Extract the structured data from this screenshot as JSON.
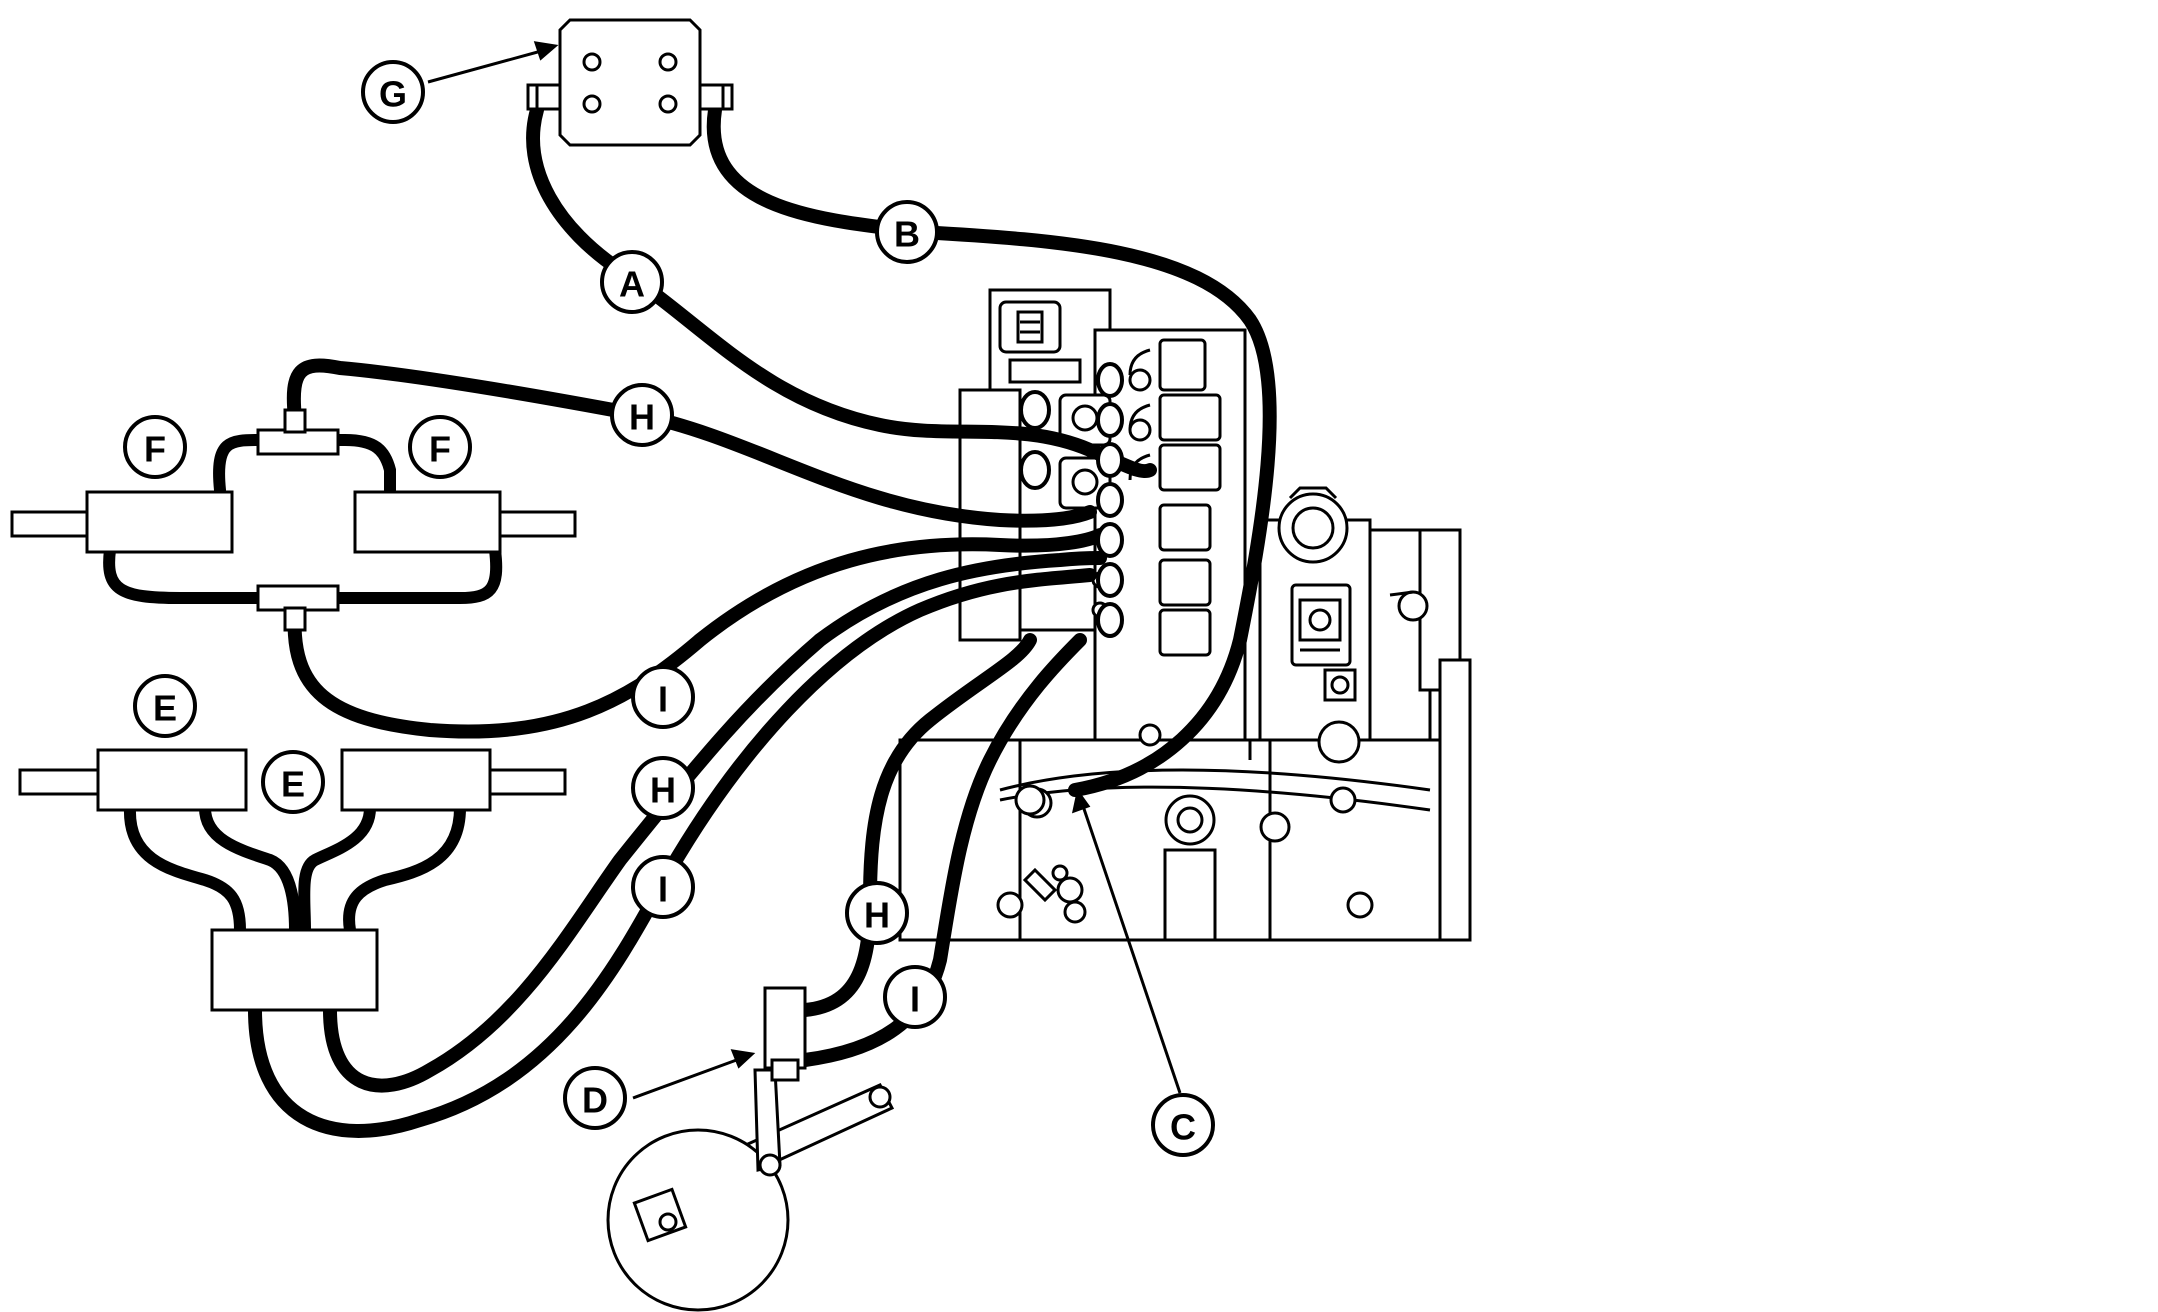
{
  "diagram": {
    "line_color": "#000000",
    "background": "#ffffff",
    "callouts": [
      {
        "id": "G",
        "label": "G"
      },
      {
        "id": "B",
        "label": "B"
      },
      {
        "id": "A",
        "label": "A"
      },
      {
        "id": "H1",
        "label": "H"
      },
      {
        "id": "F1",
        "label": "F"
      },
      {
        "id": "F2",
        "label": "F"
      },
      {
        "id": "I1",
        "label": "I"
      },
      {
        "id": "E1",
        "label": "E"
      },
      {
        "id": "E2",
        "label": "E"
      },
      {
        "id": "H2",
        "label": "H"
      },
      {
        "id": "I2",
        "label": "I"
      },
      {
        "id": "H3",
        "label": "H"
      },
      {
        "id": "I3",
        "label": "I"
      },
      {
        "id": "D",
        "label": "D"
      },
      {
        "id": "C",
        "label": "C"
      }
    ]
  }
}
